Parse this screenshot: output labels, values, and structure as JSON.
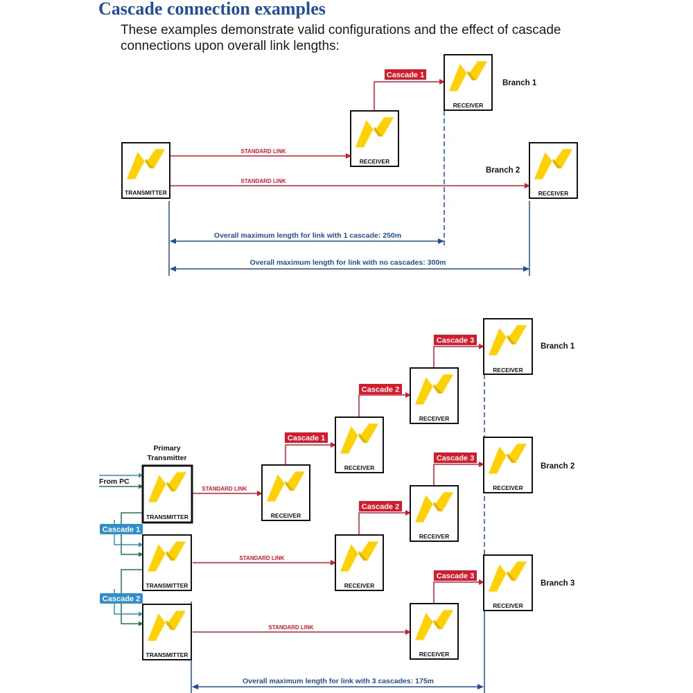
{
  "header": {
    "title": "Cascade connection examples",
    "intro": "These examples demonstrate valid configurations and the effect of cascade connections upon overall link lengths:"
  },
  "labels": {
    "transmitter": "TRANSMITTER",
    "receiver": "RECEIVER",
    "standard_link": "STANDARD LINK",
    "primary_transmitter_line1": "Primary",
    "primary_transmitter_line2": "Transmitter",
    "from_pc": "From PC"
  },
  "diagram1": {
    "cascade": "Cascade 1",
    "branch1": "Branch 1",
    "branch2": "Branch 2",
    "dim_one_cascade": "Overall maximum length for link with 1 cascade: 250m",
    "dim_no_cascade": "Overall maximum length for link with no cascades: 300m"
  },
  "diagram2": {
    "cascade1": "Cascade 1",
    "cascade2": "Cascade 2",
    "cascade3": "Cascade 3",
    "tx_cascade1": "Cascade 1",
    "tx_cascade2": "Cascade 2",
    "branch1": "Branch 1",
    "branch2": "Branch 2",
    "branch3": "Branch 3",
    "dim_three_cascades": "Overall maximum length for link with 3 cascades: 175m"
  },
  "colors": {
    "link_red": "#d7192a",
    "dimension_blue": "#1f4e9c",
    "cascade_blue": "#2e8fcc",
    "pc_green": "#1a7a4e",
    "logo_yellow": "#ffd100"
  }
}
